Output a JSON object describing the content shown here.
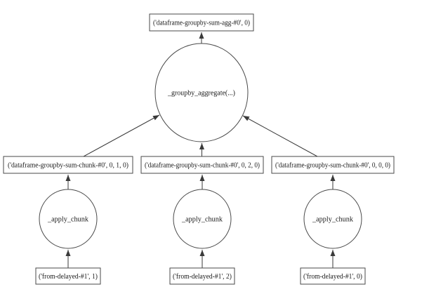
{
  "diagram": {
    "type": "task-graph-dag",
    "background_color": "#ffffff",
    "node_stroke_color": "#4a4a4a",
    "edge_color": "#3a3a3a",
    "text_color": "#1a1a1a",
    "nodes": {
      "agg_output": {
        "label": "('dataframe-groupby-sum-agg-#0', 0)",
        "shape": "rect"
      },
      "groupby_aggregate": {
        "label": "_groupby_aggregate(...)",
        "shape": "ellipse"
      },
      "chunk_left": {
        "label": "('dataframe-groupby-sum-chunk-#0', 0, 1, 0)",
        "shape": "rect"
      },
      "chunk_mid": {
        "label": "('dataframe-groupby-sum-chunk-#0', 0, 2, 0)",
        "shape": "rect"
      },
      "chunk_right": {
        "label": "('dataframe-groupby-sum-chunk-#0', 0, 0, 0)",
        "shape": "rect"
      },
      "apply_left": {
        "label": "_apply_chunk",
        "shape": "ellipse"
      },
      "apply_mid": {
        "label": "_apply_chunk",
        "shape": "ellipse"
      },
      "apply_right": {
        "label": "_apply_chunk",
        "shape": "ellipse"
      },
      "delayed_left": {
        "label": "('from-delayed-#1', 1)",
        "shape": "rect"
      },
      "delayed_mid": {
        "label": "('from-delayed-#1', 2)",
        "shape": "rect"
      },
      "delayed_right": {
        "label": "('from-delayed-#1', 0)",
        "shape": "rect"
      }
    },
    "edges": [
      {
        "from": "_groupby_aggregate(...)",
        "to": "('dataframe-groupby-sum-agg-#0', 0)"
      },
      {
        "from": "('dataframe-groupby-sum-chunk-#0', 0, 1, 0)",
        "to": "_groupby_aggregate(...)"
      },
      {
        "from": "('dataframe-groupby-sum-chunk-#0', 0, 2, 0)",
        "to": "_groupby_aggregate(...)"
      },
      {
        "from": "('dataframe-groupby-sum-chunk-#0', 0, 0, 0)",
        "to": "_groupby_aggregate(...)"
      },
      {
        "from": "_apply_chunk (left)",
        "to": "('dataframe-groupby-sum-chunk-#0', 0, 1, 0)"
      },
      {
        "from": "_apply_chunk (mid)",
        "to": "('dataframe-groupby-sum-chunk-#0', 0, 2, 0)"
      },
      {
        "from": "_apply_chunk (right)",
        "to": "('dataframe-groupby-sum-chunk-#0', 0, 0, 0)"
      },
      {
        "from": "('from-delayed-#1', 1)",
        "to": "_apply_chunk (left)"
      },
      {
        "from": "('from-delayed-#1', 2)",
        "to": "_apply_chunk (mid)"
      },
      {
        "from": "('from-delayed-#1', 0)",
        "to": "_apply_chunk (right)"
      }
    ]
  }
}
